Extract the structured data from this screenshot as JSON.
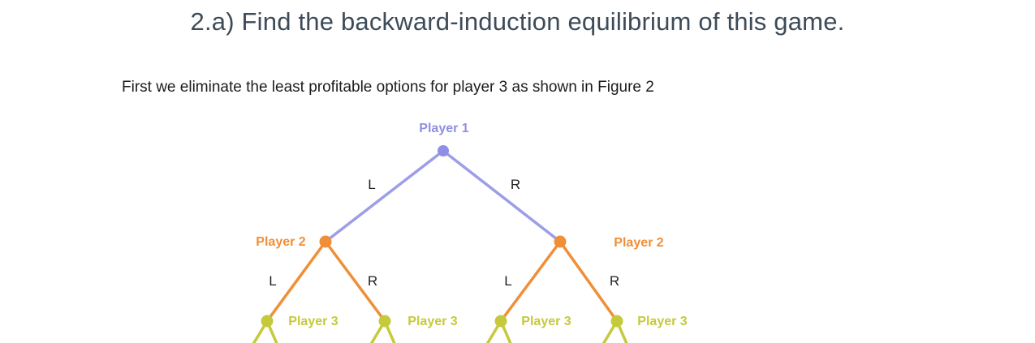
{
  "document": {
    "title": "2.a) Find the backward-induction equilibrium of this game.",
    "intro": "First we eliminate the least profitable options for player 3 as shown in Figure 2"
  },
  "colors": {
    "title_text": "#3d4b58",
    "body_text": "#1c1c1c",
    "player1": "#8f8fe6",
    "player1_edge": "#9d9de8",
    "player2": "#ef8f38",
    "player3": "#c5ca3d",
    "edge_label": "#222222"
  },
  "tree": {
    "root_label": "Player 1",
    "player2_left_label": "Player 2",
    "player2_right_label": "Player 2",
    "player3_labels": [
      "Player 3",
      "Player 3",
      "Player 3",
      "Player 3"
    ],
    "edge_labels": {
      "root_left": "L",
      "root_right": "R",
      "p2left_left": "L",
      "p2left_right": "R",
      "p2right_left": "L",
      "p2right_right": "R"
    }
  }
}
